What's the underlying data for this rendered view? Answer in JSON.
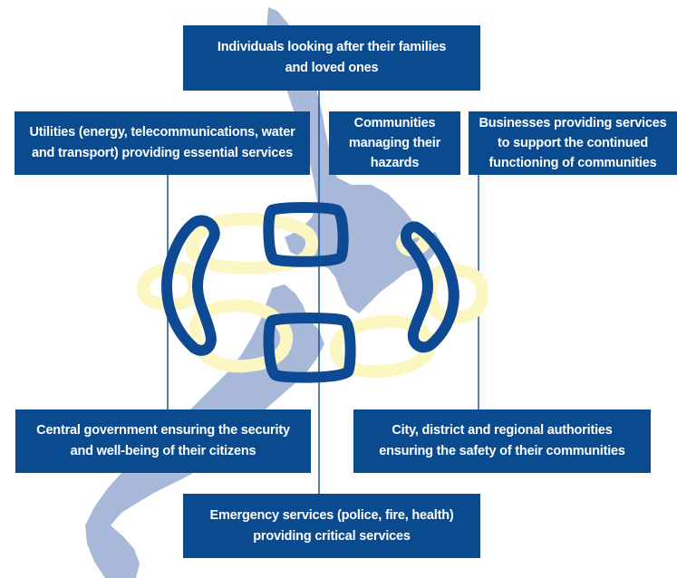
{
  "boxes": {
    "individuals": "Individuals looking after their families and loved ones",
    "utilities": "Utilities (energy, telecommunications, water and transport) providing essential services",
    "communities": "Communities managing their hazards",
    "businesses": "Businesses providing services to support the continued functioning of communities",
    "central_government": "Central government ensuring the security and well-being of their citizens",
    "local_authorities": "City, district and regional authorities ensuring the safety of their communities",
    "emergency_services": "Emergency services (police, fire, health) providing critical services"
  },
  "colors": {
    "box": "#0a4a8e",
    "chain_dark": "#0d4a93",
    "chain_light": "#fbf6c2",
    "map": "#a8b8d8"
  }
}
